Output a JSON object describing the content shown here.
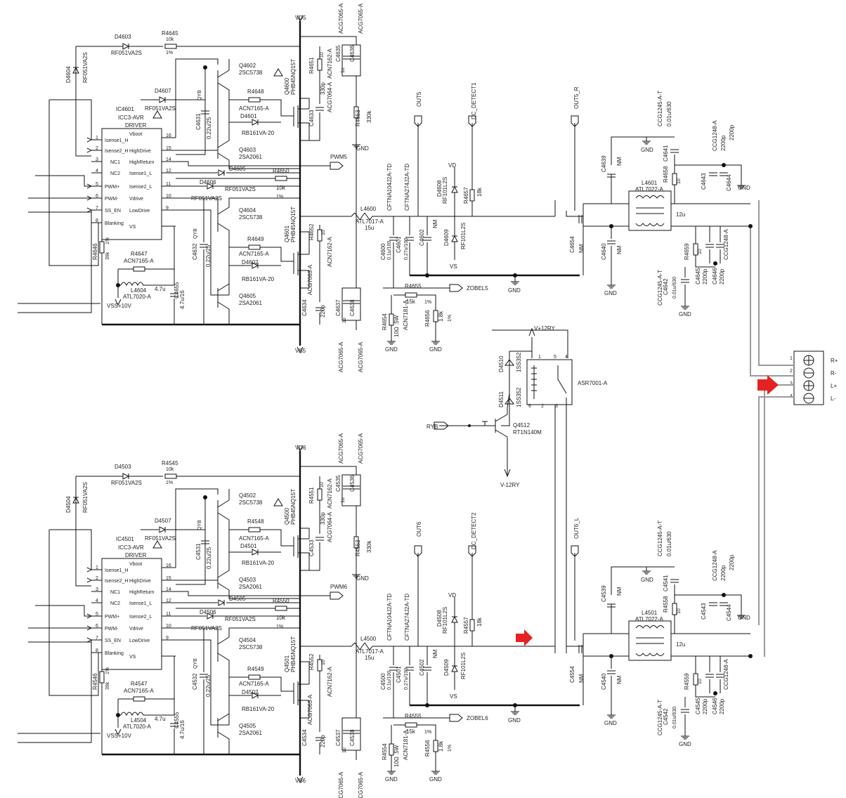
{
  "channels": [
    {
      "id": "ch-r",
      "ic": {
        "ref": "IC4601",
        "part": "ICC3-AVR",
        "sub": "DRIVER",
        "left_pins": [
          {
            "num": "1",
            "name": "Isense1_H"
          },
          {
            "num": "2",
            "name": "Isense2_H"
          },
          {
            "num": "3",
            "name": "NC1"
          },
          {
            "num": "4",
            "name": "NC2"
          },
          {
            "num": "5",
            "name": "PWM+"
          },
          {
            "num": "6",
            "name": "PWM-"
          },
          {
            "num": "7",
            "name": "SS_EN"
          },
          {
            "num": "8",
            "name": "Blanking"
          }
        ],
        "right_pins": [
          {
            "num": "16",
            "name": "Vboot"
          },
          {
            "num": "15",
            "name": "HighDrive"
          },
          {
            "num": "14",
            "name": "HighReturn"
          },
          {
            "num": "12",
            "name": "Isense1_L"
          },
          {
            "num": "11",
            "name": "Isense2_L"
          },
          {
            "num": "10",
            "name": "Vdrive"
          },
          {
            "num": "9",
            "name": "LowDrive"
          },
          {
            "num": "",
            "name": "VS"
          }
        ]
      },
      "labels": {
        "vd": "VD5",
        "vs": "VS5",
        "pwm": "PWM5",
        "out": "OUT5",
        "dc": "DC_DETECT1",
        "zobel": "ZOBEL5",
        "out_side": "OUT5_R",
        "d_top": "D4603",
        "d_top_p": "RF051VA2S",
        "r_top": "R4645",
        "r_top_v": "10k",
        "r_top_t": "1%",
        "d_left": "D4604",
        "d_left_p": "RF051VA2S",
        "d_boot": "D4607",
        "d_boot_p": "RF051VA2S",
        "c_boot": "C4631",
        "c_boot_p": "0.22u/25",
        "c_boot_t": "QYB",
        "q_hi": "Q4602",
        "q_hi_p": "2SC5738",
        "q_hi2": "Q4603",
        "q_hi2_p": "2SA2061",
        "r_gate": "R4648",
        "r_gate_p": "ACN7165-A",
        "d_gate": "D4601",
        "d_gate_p": "RB161VA-20",
        "q_fet": "Q4600",
        "q_fet_p": "PHB45NQ15T",
        "r_snub": "R4651",
        "r_snub_v": "10",
        "r_snub_p": "ACN7162-A",
        "c_snub": "C4633",
        "c_snub_v": "330p",
        "c_snub_p": "ACG7064-A",
        "c_vd1": "C4635",
        "c_vd2": "C4636",
        "c_vd_v": "1u",
        "c_vd_p": "ACG7065-A",
        "r_bias": "R4653",
        "r_bias_v": "330k",
        "d_pwm": "D4605",
        "d_pwm_p": "RF051VA2S",
        "r_pwm": "R4650",
        "r_pwm_v": "10k",
        "r_pwm_t": "1%",
        "d_pwm2": "D4606",
        "d_pwm2_p": "RF051VA2S",
        "q_lo": "Q4604",
        "q_lo_p": "2SC5738",
        "q_lo2": "Q4605",
        "q_lo2_p": "2SA2061",
        "r_gate2": "R4649",
        "r_gate2_p": "ACN7165-A",
        "d_gate2": "D4602",
        "d_gate2_p": "RB161VA-20",
        "q_fet2": "Q4601",
        "q_fet2_p": "PHB45NQ15T",
        "r_snub2": "R4652",
        "r_snub2_v": "10",
        "r_snub2_p": "ACN7162-A",
        "c_snub2": "C4634",
        "c_snub2_v": "220p",
        "c_snub2_p": "ACG7063-A",
        "c_vs1": "C4637",
        "c_vs2": "C4638",
        "c_vs_v": "1u",
        "c_vs_p": "ACG7065-A",
        "c_vdrv": "C4632",
        "c_vdrv_v": "0.22u/25",
        "c_vdrv_t": "QYB",
        "r_blank": "R4646",
        "r_blank_v": "39k",
        "r_blank_t": "1%",
        "r_ss": "R4647",
        "r_ss_p": "ACN7165-A",
        "l_ss": "L4604",
        "l_ss_p": "ATL7020-A",
        "l_ss_v": "4.7u",
        "c_ss": "C4655",
        "c_ss_v": "4.7u/16",
        "vss": "VSS+10V",
        "l_out": "L4600",
        "l_out_p": "ATL7017-A",
        "l_out_v": "15u",
        "c_out1": "C4600",
        "c_out1_v": "0.1u/100",
        "c_out2": "C4601",
        "c_out2_v": "0.27u/100",
        "c_out3": "C4602",
        "c_out3_v": "NM",
        "c_out_p1": "CFTNA104J2A-TD",
        "c_out_p2": "CFTNA274J2A-TD",
        "d_det1": "D4608",
        "d_det1_p": "RF101L2S",
        "d_det2": "D4609",
        "d_det2_p": "RF101L2S",
        "r_det": "R4657",
        "r_det_v": "18k",
        "vd_small": "VD",
        "vs_small": "VS",
        "r_z": "R4655",
        "r_z_v": "15k",
        "r_z_t": "1%",
        "r_z2": "R4654",
        "r_z2_v": "10Ω .5W",
        "r_z2_p": "ACN7181-A",
        "r_z3": "R4656",
        "r_z3_v": "1.8k",
        "r_z3_t": "1%",
        "c_nm1": "C4639",
        "c_nm1_v": "NM",
        "c_nm2": "C4640",
        "c_nm2_v": "NM",
        "c_mid": "C4654",
        "c_mid_v": "NM",
        "c_g1": "C4641",
        "c_g1_p": "CCG1245-A-T",
        "c_g1_v": "0.01u/630",
        "l_main": "L4601",
        "l_main_p": "ATL7022-A",
        "l_main_v": "12u",
        "r_side": "R4658",
        "r_side_v": "10",
        "c_side": "C4643",
        "c_side_v": "2200p",
        "c_side2": "C4644",
        "c_side2_v": "2200p",
        "c_side_p": "CCG1248-A",
        "r_side2": "R4659",
        "r_side2_v": "10",
        "c_side3": "C4645",
        "c_side3_v": "2200p",
        "c_side4": "C4646",
        "c_side4_v": "2200p",
        "c_side5": "C4642",
        "c_side5_v": "0.01u/630",
        "c_side5_p": "CCG1245-A-T",
        "gnd": "GND"
      }
    },
    {
      "id": "ch-l",
      "ic": {
        "ref": "IC4501",
        "part": "ICC3-AVR",
        "sub": "DRIVER",
        "left_pins": [
          {
            "num": "1",
            "name": "Isense1_H"
          },
          {
            "num": "2",
            "name": "Isense2_H"
          },
          {
            "num": "3",
            "name": "NC1"
          },
          {
            "num": "4",
            "name": "NC2"
          },
          {
            "num": "5",
            "name": "PWM+"
          },
          {
            "num": "6",
            "name": "PWM-"
          },
          {
            "num": "7",
            "name": "SS_EN"
          },
          {
            "num": "8",
            "name": "Blanking"
          }
        ],
        "right_pins": [
          {
            "num": "16",
            "name": "Vboot"
          },
          {
            "num": "15",
            "name": "HighDrive"
          },
          {
            "num": "14",
            "name": "HighReturn"
          },
          {
            "num": "12",
            "name": "Isense1_L"
          },
          {
            "num": "11",
            "name": "Isense2_L"
          },
          {
            "num": "10",
            "name": "Vdrive"
          },
          {
            "num": "9",
            "name": "LowDrive"
          },
          {
            "num": "",
            "name": "VS"
          }
        ]
      },
      "labels": {
        "vd": "VD6",
        "vs": "VS6",
        "pwm": "PWM6",
        "out": "OUT6",
        "dc": "DC_DETECT2",
        "zobel": "ZOBEL6",
        "out_side": "OUT6_L",
        "d_top": "D4503",
        "d_top_p": "RF051VA2S",
        "r_top": "R4545",
        "r_top_v": "10k",
        "r_top_t": "1%",
        "d_left": "D4504",
        "d_left_p": "RF051VA2S",
        "d_boot": "D4507",
        "d_boot_p": "RF051VA2S",
        "c_boot": "C4531",
        "c_boot_p": "0.22u/25",
        "c_boot_t": "QYB",
        "q_hi": "Q4502",
        "q_hi_p": "2SC5738",
        "q_hi2": "Q4503",
        "q_hi2_p": "2SA2061",
        "r_gate": "R4548",
        "r_gate_p": "ACN7165-A",
        "d_gate": "D4501",
        "d_gate_p": "RB161VA-20",
        "q_fet": "Q4500",
        "q_fet_p": "PHB45NQ15T",
        "r_snub": "R4551",
        "r_snub_v": "10",
        "r_snub_p": "ACN7162-A",
        "c_snub": "C4533",
        "c_snub_v": "330p",
        "c_snub_p": "ACG7064-A",
        "c_vd1": "C4535",
        "c_vd2": "C4536",
        "c_vd_v": "1u",
        "c_vd_p": "ACG7065-A",
        "r_bias": "R4553",
        "r_bias_v": "330k",
        "d_pwm": "D4505",
        "d_pwm_p": "RF051VA2S",
        "r_pwm": "R4550",
        "r_pwm_v": "10k",
        "r_pwm_t": "1%",
        "d_pwm2": "D4506",
        "d_pwm2_p": "RF051VA2S",
        "q_lo": "Q4504",
        "q_lo_p": "2SC5738",
        "q_lo2": "Q4505",
        "q_lo2_p": "2SA2061",
        "r_gate2": "R4549",
        "r_gate2_p": "ACN7165-A",
        "d_gate2": "D4502",
        "d_gate2_p": "RB161VA-20",
        "q_fet2": "Q4501",
        "q_fet2_p": "PHB45NQ15T",
        "r_snub2": "R4552",
        "r_snub2_v": "10",
        "r_snub2_p": "ACN7162-A",
        "c_snub2": "C4534",
        "c_snub2_v": "220p",
        "c_snub2_p": "ACG7063-A",
        "c_vs1": "C4537",
        "c_vs2": "C4538",
        "c_vs_v": "1u",
        "c_vs_p": "ACG7065-A",
        "c_vdrv": "C4532",
        "c_vdrv_v": "0.22u/25",
        "c_vdrv_t": "QYB",
        "r_blank": "R4546",
        "r_blank_v": "39k",
        "r_blank_t": "1%",
        "r_ss": "R4547",
        "r_ss_p": "ACN7165-A",
        "l_ss": "L4504",
        "l_ss_p": "ATL7020-A",
        "l_ss_v": "4.7u",
        "c_ss": "C4555",
        "c_ss_v": "4.7u/16",
        "vss": "VSS+10V",
        "l_out": "L4500",
        "l_out_p": "ATL7017-A",
        "l_out_v": "15u",
        "c_out1": "C4500",
        "c_out1_v": "0.1u/100",
        "c_out2": "C4501",
        "c_out2_v": "0.27u/100",
        "c_out3": "C4502",
        "c_out3_v": "NM",
        "c_out_p1": "CFTNA104J2A-TD",
        "c_out_p2": "CFTNA274J2A-TD",
        "d_det1": "D4508",
        "d_det1_p": "RF101L2S",
        "d_det2": "D4509",
        "d_det2_p": "RF101L2S",
        "r_det": "R4557",
        "r_det_v": "18k",
        "vd_small": "VD",
        "vs_small": "VS",
        "r_z": "R4555",
        "r_z_v": "15k",
        "r_z_t": "1%",
        "r_z2": "R4554",
        "r_z2_v": "10Ω .5W",
        "r_z2_p": "ACN7181-A",
        "r_z3": "R4556",
        "r_z3_v": "1.8k",
        "r_z3_t": "1%",
        "c_nm1": "C4539",
        "c_nm1_v": "NM",
        "c_nm2": "C4540",
        "c_nm2_v": "NM",
        "c_mid": "C4554",
        "c_mid_v": "NM",
        "c_g1": "C4541",
        "c_g1_p": "CCG1245-A-T",
        "c_g1_v": "0.01u/630",
        "l_main": "L4501",
        "l_main_p": "ATL7022-A",
        "l_main_v": "12u",
        "r_side": "R4558",
        "r_side_v": "10",
        "c_side": "C4543",
        "c_side_v": "2200p",
        "c_side2": "C4544",
        "c_side2_v": "2200p",
        "c_side_p": "CCG1248-A",
        "r_side2": "R4559",
        "r_side2_v": "10",
        "c_side3": "C4545",
        "c_side3_v": "2200p",
        "c_side4": "C4546",
        "c_side4_v": "2200p",
        "c_side5": "C4542",
        "c_side5_v": "0.01u/630",
        "c_side5_p": "CCG1245-A-T",
        "gnd": "GND"
      }
    }
  ],
  "relay": {
    "part": "ASR7001-A",
    "vplus": "V+12RY",
    "vminus": "V-12RY",
    "ryb": "RYB",
    "q": "Q4512",
    "q_p": "RT1N140M",
    "d1": "D4510",
    "d1_p": "1SS352",
    "d2": "D4511",
    "d2_p": "1SS352",
    "pins": [
      "1",
      "2",
      "3",
      "4",
      "5",
      "6"
    ]
  },
  "terminal": {
    "pins": [
      "1",
      "2",
      "3",
      "4"
    ],
    "labels": [
      "R+",
      "R-",
      "L+",
      "L-"
    ]
  },
  "colors": {
    "wire": "#111111",
    "speaker_wire": "#9a9a9a",
    "arrow": "#e52222"
  }
}
